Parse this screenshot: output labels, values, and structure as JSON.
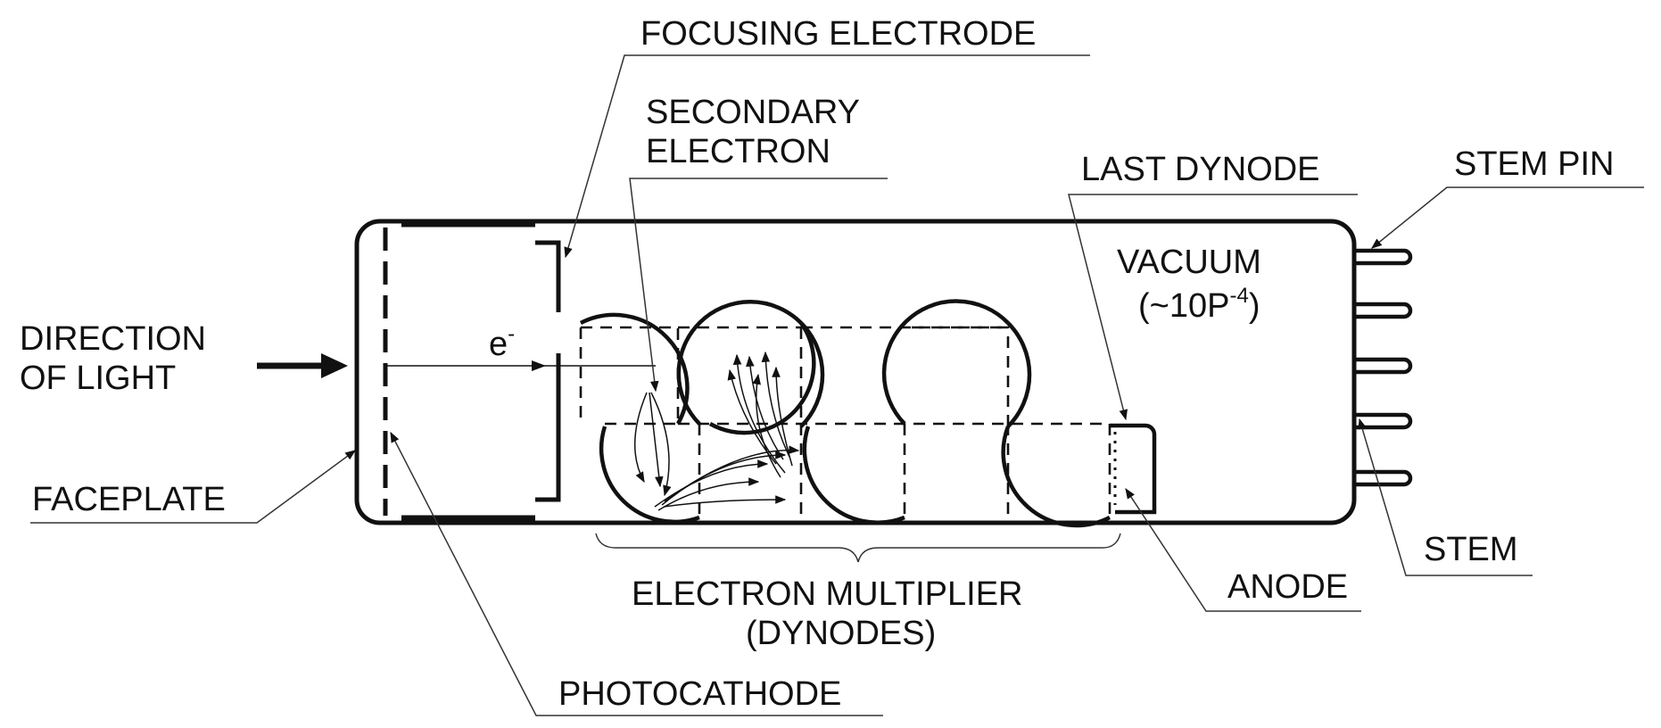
{
  "labels": {
    "focusing_electrode": "FOCUSING ELECTRODE",
    "secondary_electron_1": "SECONDARY",
    "secondary_electron_2": "ELECTRON",
    "last_dynode": "LAST DYNODE",
    "stem_pin": "STEM PIN",
    "vacuum": "VACUUM",
    "vacuum_pressure_prefix": "(~10P",
    "vacuum_pressure_exp": "-4",
    "vacuum_pressure_suffix": ")",
    "direction_of_light_1": "DIRECTION",
    "direction_of_light_2": "OF LIGHT",
    "electron_symbol": "e",
    "electron_charge": "-",
    "faceplate": "FACEPLATE",
    "electron_multiplier_1": "ELECTRON MULTIPLIER",
    "electron_multiplier_2": "(DYNODES)",
    "anode": "ANODE",
    "stem": "STEM",
    "photocathode": "PHOTOCATHODE"
  }
}
